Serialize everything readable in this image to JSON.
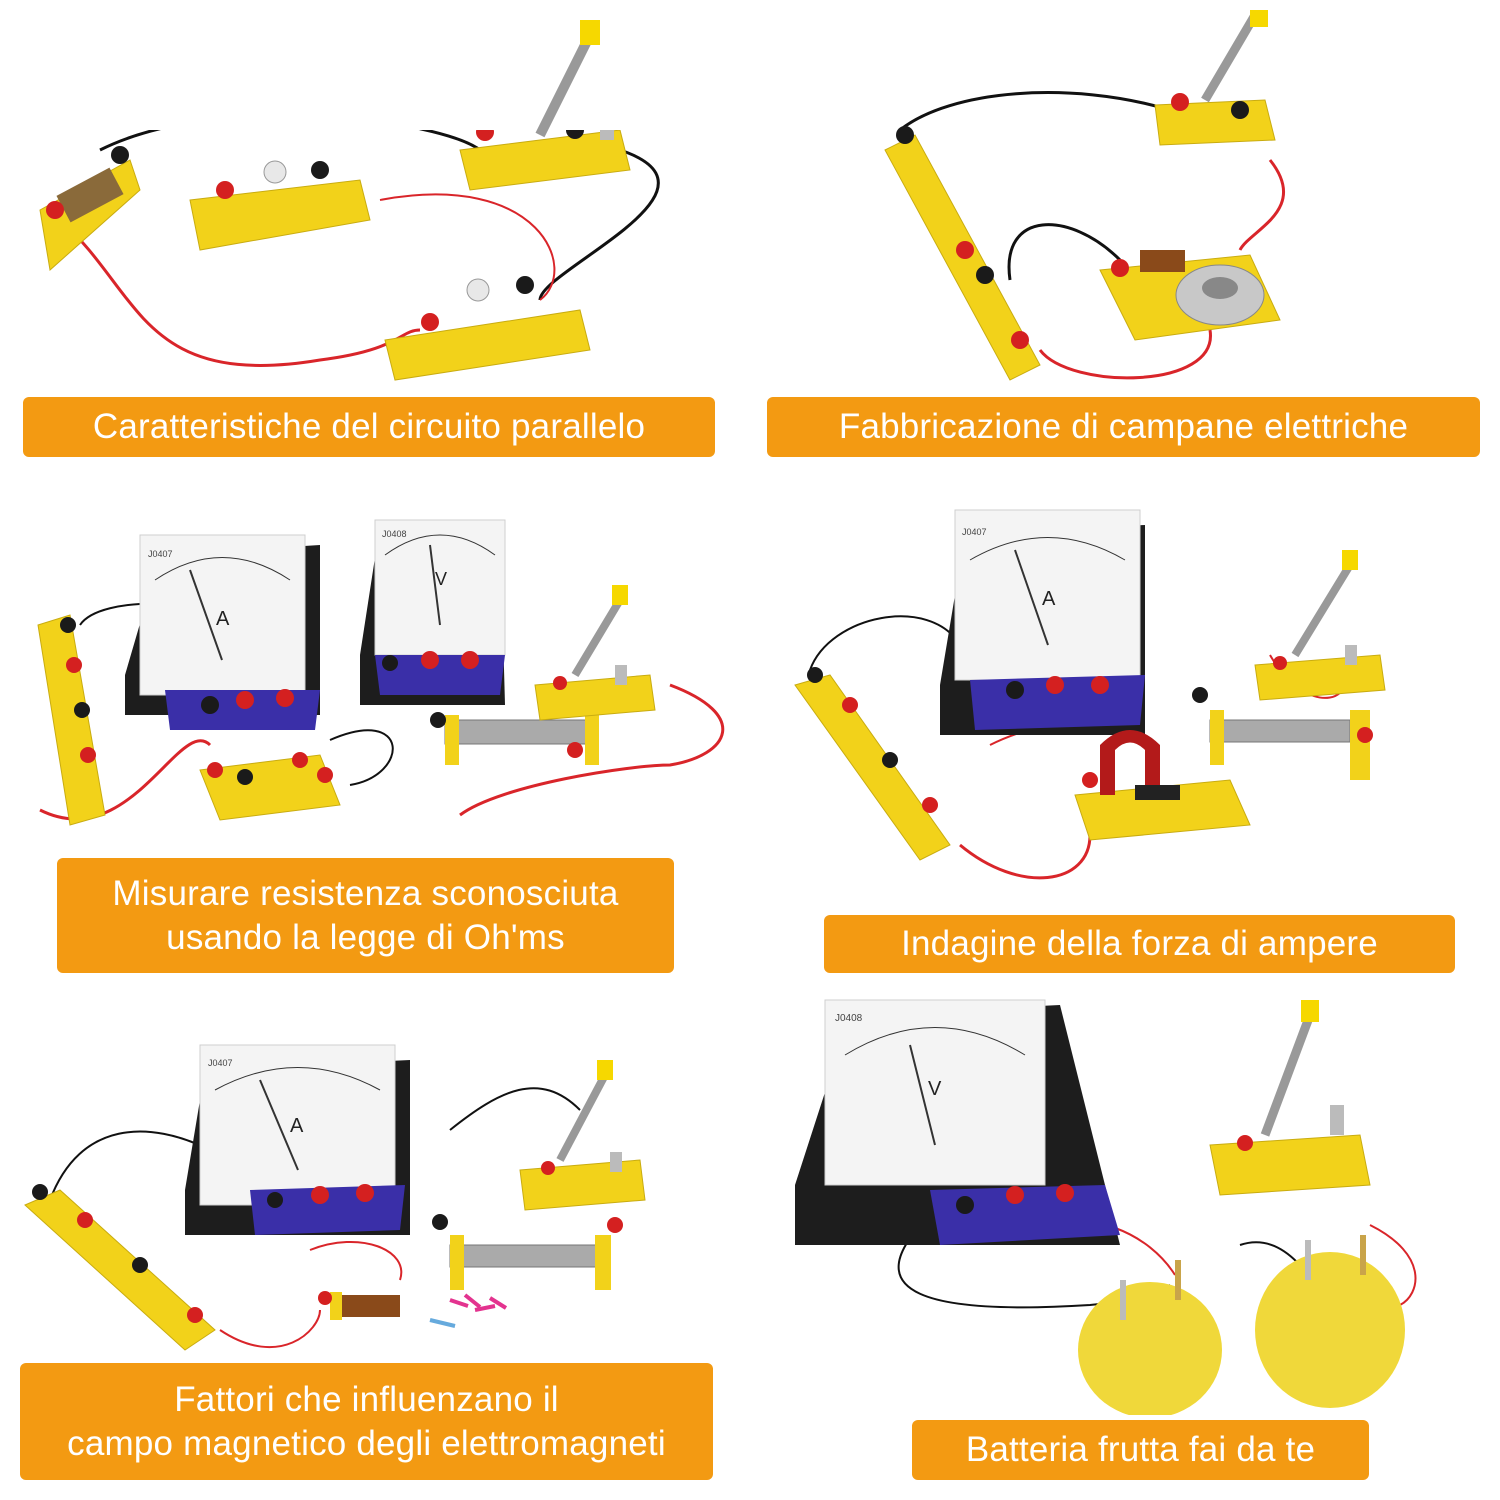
{
  "panels": [
    {
      "caption": [
        "Caratteristiche del circuito parallelo"
      ]
    },
    {
      "caption": [
        "Fabbricazione di campane elettriche"
      ]
    },
    {
      "caption": [
        "Misurare resistenza sconosciuta",
        "usando la legge di Oh'ms"
      ]
    },
    {
      "caption": [
        "Indagine della forza di ampere"
      ]
    },
    {
      "caption": [
        "Fattori che influenzano il",
        "campo magnetico degli elettromagneti"
      ]
    },
    {
      "caption": [
        "Batteria frutta fai da te"
      ]
    }
  ],
  "meter_labels": {
    "ammeter": "A",
    "voltmeter": "V",
    "ammeter_model": "J0407",
    "voltmeter_model": "J0408"
  },
  "colors": {
    "caption_bg": "#f39a12",
    "caption_text": "#ffffff",
    "board_yellow": "#f2d21a",
    "terminal_red": "#d42020",
    "terminal_black": "#1a1a1a",
    "meter_blue": "#3a2fa8",
    "wire_red": "#d9252a",
    "wire_black": "#111111",
    "lemon": "#f0d83a"
  }
}
